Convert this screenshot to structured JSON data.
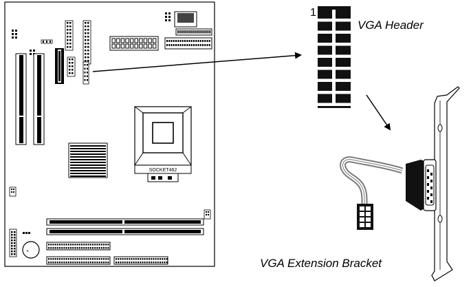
{
  "labels": {
    "pin_one": "1",
    "vga_header": "VGA Header",
    "vga_bracket": "VGA Extension Bracket"
  },
  "board": {
    "socket_label": "SOCKET462"
  },
  "colors": {
    "ink": "#000000",
    "paper": "#ffffff",
    "header_pin": "#111111",
    "cable_gray": "#8a8a8a"
  }
}
